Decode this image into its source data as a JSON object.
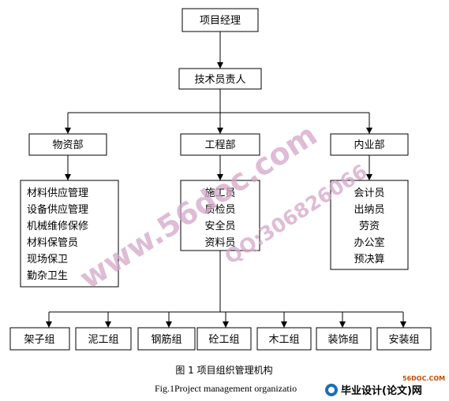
{
  "nodes": {
    "manager": "项目经理",
    "tech_lead": "技术员责人",
    "materials_dept": "物资部",
    "engineering_dept": "工程部",
    "office_dept": "内业部"
  },
  "materials_roles": [
    "材料供应管理",
    "设备供应管理",
    "机械维修保修",
    "材料保管员",
    "现场保卫",
    "勤杂卫生"
  ],
  "engineering_roles": [
    "施工员",
    "质检员",
    "安全员",
    "资料员"
  ],
  "office_roles": [
    "会计员",
    "出纳员",
    "劳资",
    "办公室",
    "预决算"
  ],
  "teams": [
    "架子组",
    "泥工组",
    "钢筋组",
    "砼工组",
    "木工组",
    "装饰组",
    "安装组"
  ],
  "caption": {
    "cn": "图 1  项目组织管理机构",
    "en": "Fig.1Project management organizatio"
  },
  "watermarks": {
    "site": "www.56doc.com",
    "qq": "QQ:306826066"
  },
  "logo": {
    "small": "56DOC.COM",
    "big": "毕业设计(论文)网"
  },
  "colors": {
    "line": "#000000",
    "watermark": "#d4a6c9",
    "logo_accent": "#c94a00"
  }
}
